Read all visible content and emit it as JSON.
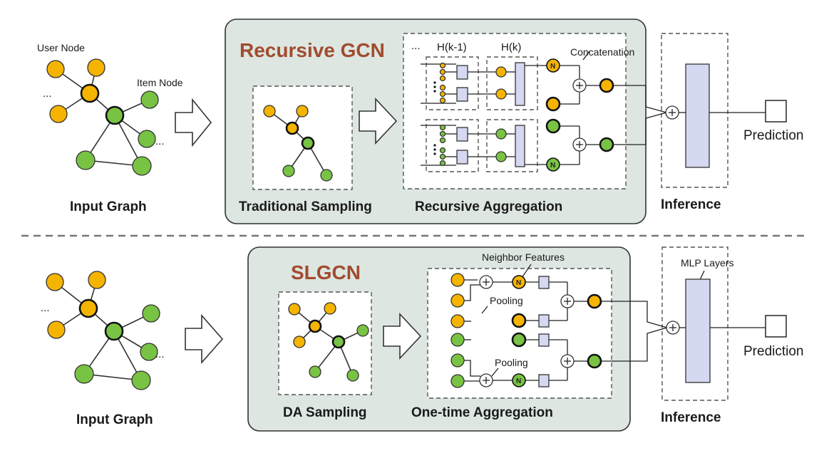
{
  "top": {
    "input_graph_label": "Input Graph",
    "user_node_label": "User Node",
    "item_node_label": "Item Node",
    "ellipsis": "...",
    "panel_title": "Recursive GCN",
    "sampling_label": "Traditional Sampling",
    "aggregation_label": "Recursive Aggregation",
    "h_prev_label": "H(k-1)",
    "h_label": "H(k)",
    "concat_label": "Concatenation",
    "inference_label": "Inference",
    "prediction_label": "Prediction",
    "n_label": "N"
  },
  "bottom": {
    "input_graph_label": "Input Graph",
    "ellipsis": "...",
    "panel_title": "SLGCN",
    "sampling_label": "DA Sampling",
    "aggregation_label": "One-time Aggregation",
    "neighbor_features_label": "Neighbor Features",
    "pooling_label": "Pooling",
    "mlp_label": "MLP Layers",
    "inference_label": "Inference",
    "prediction_label": "Prediction",
    "n_label": "N"
  },
  "colors": {
    "user_node": "#f5b400",
    "item_node": "#78c343",
    "panel_fill": "#dde6e1",
    "title_color": "#a24b2f",
    "layer_fill": "#d4d8f0"
  }
}
